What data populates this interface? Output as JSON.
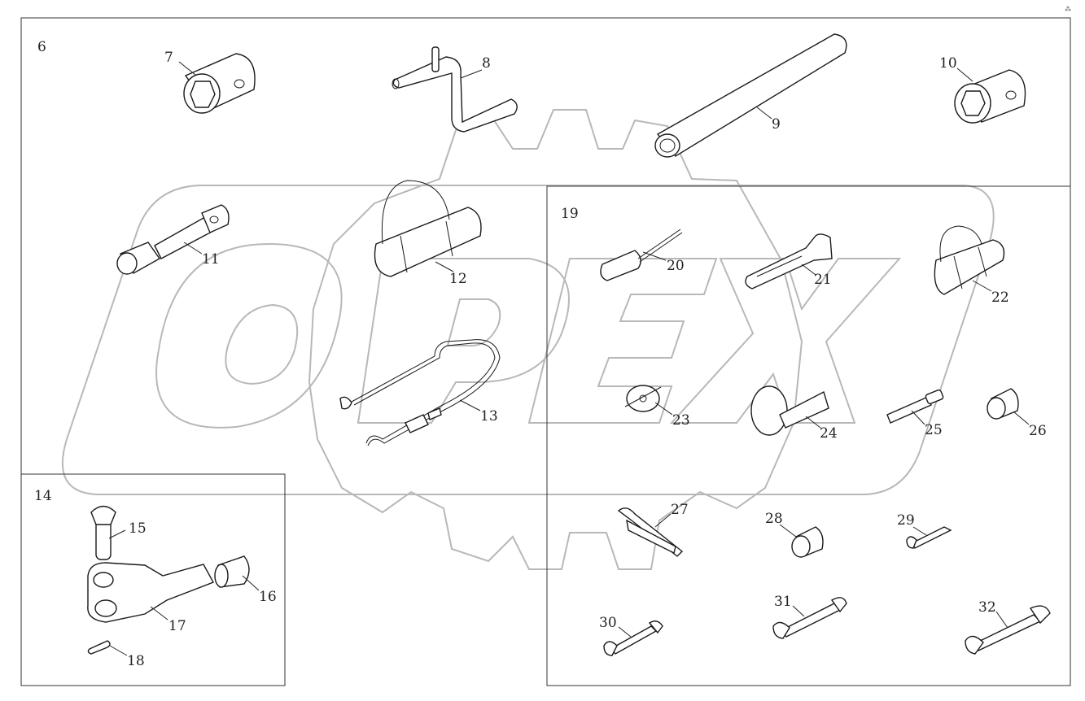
{
  "diagram": {
    "corner_mark": "⁂",
    "callouts": {
      "p6": "6",
      "p7": "7",
      "p8": "8",
      "p9": "9",
      "p10": "10",
      "p11": "11",
      "p12": "12",
      "p13": "13",
      "p14": "14",
      "p15": "15",
      "p16": "16",
      "p17": "17",
      "p18": "18",
      "p19": "19",
      "p20": "20",
      "p21": "21",
      "p22": "22",
      "p23": "23",
      "p24": "24",
      "p25": "25",
      "p26": "26",
      "p27": "27",
      "p28": "28",
      "p29": "29",
      "p30": "30",
      "p31": "31",
      "p32": "32"
    },
    "colors": {
      "line": "#1a1a1a",
      "watermark": "#b8b8b8",
      "background": "#ffffff"
    }
  }
}
